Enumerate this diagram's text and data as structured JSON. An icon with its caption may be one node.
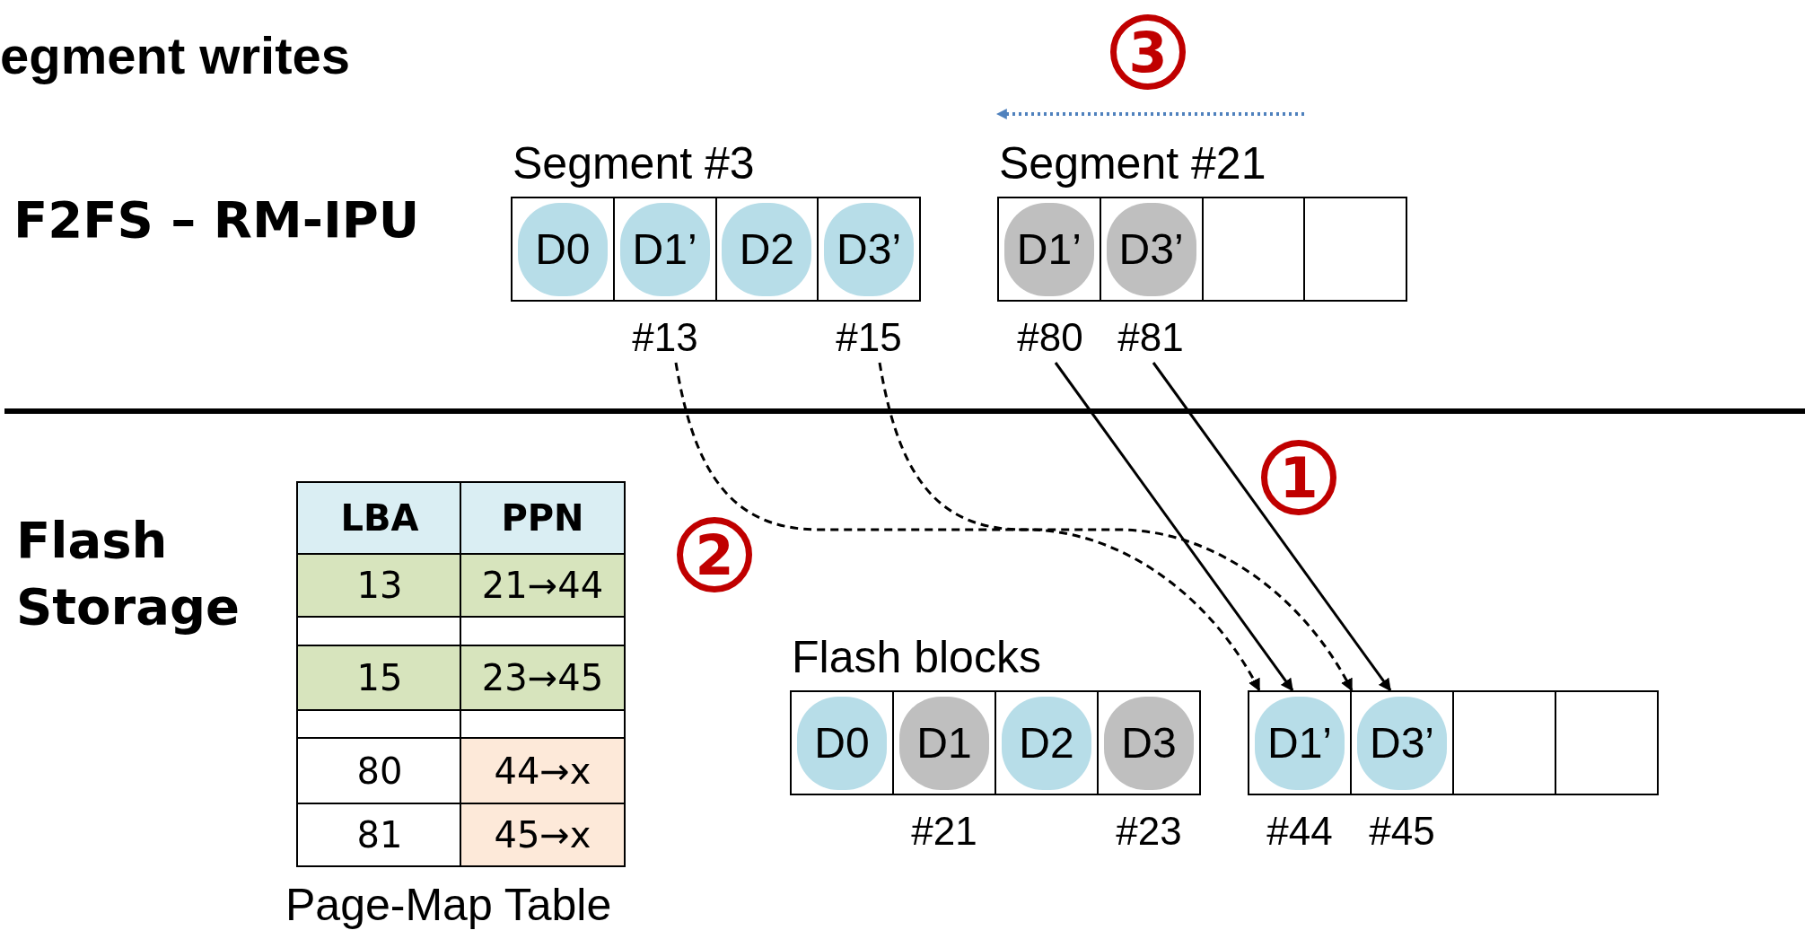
{
  "diagram": {
    "title": "egment writes",
    "nodes": [
      {
        "text": [
          "Segment #3"
        ]
      },
      {
        "text": [
          "D0"
        ],
        "in": 0
      },
      {
        "text": [
          "D1’"
        ],
        "in": 0
      },
      {
        "text": [
          "D2"
        ],
        "in": 0
      },
      {
        "text": [
          "D3’"
        ],
        "in": 0
      },
      {
        "text": [
          "Segment #21"
        ]
      },
      {
        "text": [
          "D1’"
        ],
        "in": 5
      },
      {
        "text": [
          "D3’"
        ],
        "in": 5
      },
      {
        "text": [],
        "shape": "box",
        "in": 5
      },
      {
        "text": [],
        "shape": "box",
        "in": 5
      },
      {
        "text": [
          "#13"
        ]
      },
      {
        "text": [
          "#15"
        ]
      },
      {
        "text": [
          "#80"
        ]
      },
      {
        "text": [
          "#81"
        ]
      },
      {
        "text": [
          "Flash blocks"
        ]
      },
      {
        "text": [
          "D0"
        ],
        "in": 14
      },
      {
        "text": [
          "D1"
        ],
        "in": 14,
        "beside": [
          "#21"
        ]
      },
      {
        "text": [
          "D2"
        ],
        "in": 14
      },
      {
        "text": [
          "D3"
        ],
        "in": 14,
        "beside": [
          "#23"
        ]
      },
      {
        "text": [],
        "shape": "box"
      },
      {
        "text": [
          "D1’"
        ],
        "in": 19,
        "beside": [
          "#44"
        ]
      },
      {
        "text": [
          "D3’"
        ],
        "in": 19,
        "beside": [
          "#45"
        ]
      },
      {
        "text": [],
        "shape": "box",
        "in": 19
      },
      {
        "text": [],
        "shape": "box",
        "in": 19
      },
      {
        "text": [
          "3"
        ]
      },
      {
        "text": [
          "1"
        ]
      },
      {
        "text": [
          "2"
        ]
      }
    ],
    "edges": [
      {
        "from": 10,
        "to": 20,
        "arrow": "to",
        "style": "dashed"
      },
      {
        "from": 11,
        "to": 21,
        "arrow": "to",
        "style": "dashed"
      },
      {
        "from": 12,
        "to": 20,
        "arrow": "to"
      },
      {
        "from": 13,
        "to": 21,
        "arrow": "to"
      }
    ],
    "labels": [
      "F2FS – RM-IPU",
      "Flash Storage",
      "LBA",
      "PPN",
      "13",
      "21→44",
      "15",
      "23→45",
      "80",
      "44→x",
      "81",
      "45→x",
      "Page-Map Table"
    ]
  }
}
